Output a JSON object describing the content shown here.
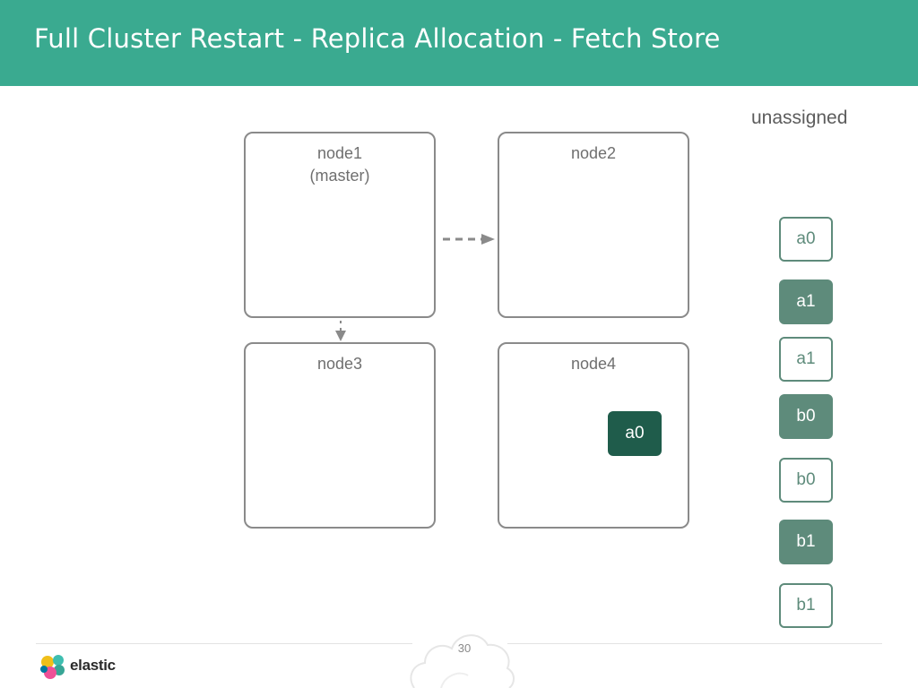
{
  "slide": {
    "title": "Full Cluster Restart - Replica Allocation - Fetch Store",
    "page_number": "30"
  },
  "nodes": [
    {
      "name": "node1",
      "role": "(master)"
    },
    {
      "name": "node2",
      "role": ""
    },
    {
      "name": "node3",
      "role": ""
    },
    {
      "name": "node4",
      "role": ""
    }
  ],
  "node4_shards": [
    {
      "label": "a0",
      "state": "active"
    }
  ],
  "unassigned": {
    "label": "unassigned",
    "shards": [
      {
        "label": "a0",
        "type": "replica"
      },
      {
        "label": "a1",
        "type": "primary"
      },
      {
        "label": "a1",
        "type": "replica"
      },
      {
        "label": "b0",
        "type": "primary"
      },
      {
        "label": "b0",
        "type": "replica"
      },
      {
        "label": "b1",
        "type": "primary"
      },
      {
        "label": "b1",
        "type": "replica"
      }
    ]
  },
  "footer": {
    "logo_text": "elastic"
  },
  "colors": {
    "header": "#3aaa90",
    "primary_shard": "#5e8b7b",
    "active_shard": "#1f5c4b",
    "node_border": "#8a8a8a"
  }
}
